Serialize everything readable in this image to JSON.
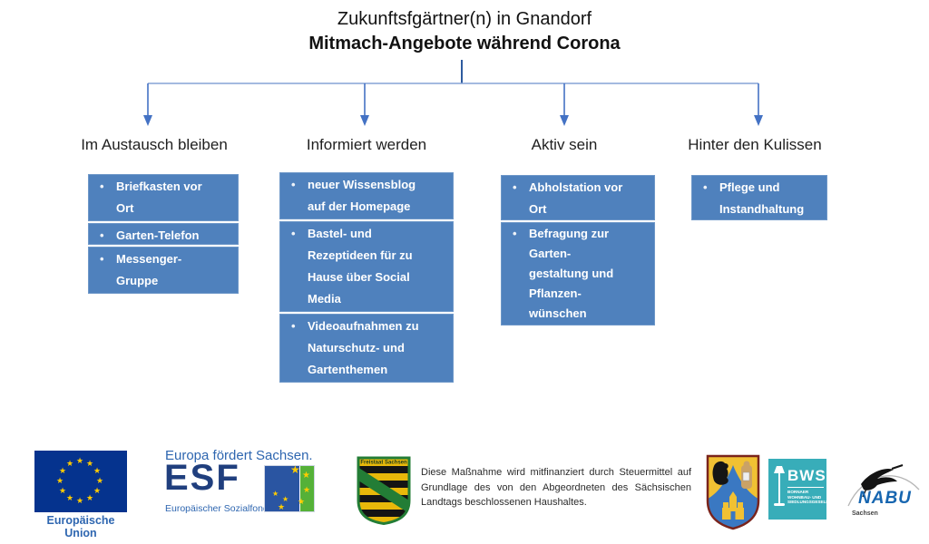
{
  "title": {
    "line1": "Zukunftsfgärtner(n) in Gnandorf",
    "line2": "Mitmach-Angebote während Corona"
  },
  "columns": [
    {
      "header": "Im Austausch bleiben",
      "boxes": [
        {
          "text": "Briefkasten vor\nOrt"
        },
        {
          "text": "Garten-Telefon"
        },
        {
          "text": "Messenger-\nGruppe"
        }
      ]
    },
    {
      "header": "Informiert werden",
      "boxes": [
        {
          "text": "neuer Wissensblog\nauf der Homepage"
        },
        {
          "text": "Bastel- und\nRezeptideen für zu\nHause über Social\nMedia"
        },
        {
          "text": "Videoaufnahmen zu\nNaturschutz- und\nGartenthemen"
        }
      ]
    },
    {
      "header": "Aktiv sein",
      "boxes": [
        {
          "text": "Abholstation vor\nOrt"
        },
        {
          "text": "Befragung zur\nGarten-\ngestaltung und\nPflanzen-\nwünschen"
        }
      ]
    },
    {
      "header": "Hinter den Kulissen",
      "boxes": [
        {
          "text": "Pflege und\nInstandhaltung"
        }
      ]
    }
  ],
  "footer": {
    "eu": {
      "caption": "Europäische Union"
    },
    "esf": {
      "tagline": "Europa fördert Sachsen.",
      "acronym": "ESF",
      "subtitle": "Europäischer Sozialfonds"
    },
    "saxony_arms": {
      "label": "Freistaat Sachsen"
    },
    "funding_note": "Diese Maßnahme wird mitfinanziert durch Steuermittel auf Grundlage des von den Abgeordneten des Sächsischen Landtags beschlossenen Haushaltes.",
    "bws": {
      "acronym": "BWS",
      "subtitle": "BORNAER\nWOHNBAU- UND\nSIEDLUNGSGESELLSCHAFT"
    },
    "nabu": {
      "name": "NABU",
      "region": "Sachsen"
    }
  },
  "icons": {
    "star_glyph": "★",
    "bullet_glyph": "•"
  },
  "colors": {
    "box_blue": "#4f81bd",
    "connector_blue": "#4472c4",
    "connector_dark": "#2e5b9f",
    "connector_light": "#85a3d6",
    "eu_blue": "#05338e",
    "star_yellow": "#ffcc00",
    "esf_navy": "#203f7e",
    "esf_blue": "#2e66b0",
    "esf_flagblue": "#2a55a2",
    "esf_green": "#55b138",
    "bws_teal": "#38adb9",
    "nabu_blue": "#1766b0",
    "saxony_green": "#237d36",
    "saxony_gold": "#e8b80a",
    "borna_gold": "#f1c133",
    "borna_blue": "#3a78c2"
  }
}
